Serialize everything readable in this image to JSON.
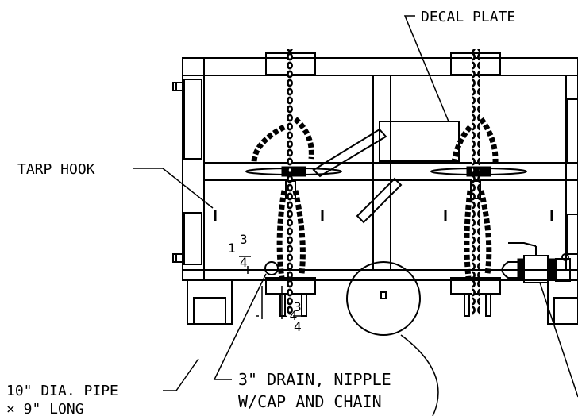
{
  "callouts": {
    "decal_plate": "DECAL PLATE",
    "tarp_hook": "TARP HOOK",
    "pipe_line1": "10\" DIA. PIPE",
    "pipe_line2": "× 9\" LONG",
    "drain_line1": "3\" DRAIN, NIPPLE",
    "drain_line2": "W/CAP AND CHAIN"
  },
  "dimensions": {
    "dim_a_whole": "1",
    "dim_a_num": "3",
    "dim_a_den": "4",
    "dim_b_prefix": "-4",
    "dim_b_num": "3",
    "dim_b_den": "4"
  },
  "colors": {
    "line": "#000000",
    "background": "#ffffff"
  }
}
